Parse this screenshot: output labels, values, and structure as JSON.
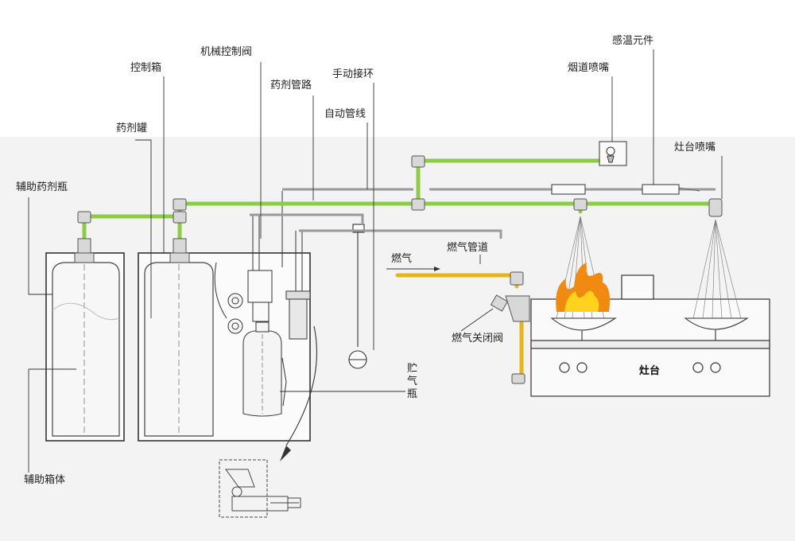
{
  "labels": {
    "control_box": "控制箱",
    "mechanical_valve": "机械控制阀",
    "agent_pipeline": "药剂管路",
    "manual_ring": "手动接环",
    "auto_line": "自动管线",
    "agent_tank": "药剂罐",
    "aux_agent_bottle": "辅助药剂瓶",
    "aux_box": "辅助箱体",
    "temp_sensor": "感温元件",
    "flue_nozzle": "烟道喷嘴",
    "stove_nozzle": "灶台喷嘴",
    "gas": "燃气",
    "gas_pipeline": "燃气管道",
    "gas_shutoff_valve": "燃气关闭阀",
    "gas_cylinder": "贮气瓶",
    "stove": "灶台"
  },
  "colors": {
    "agent_pipe": "#8ccc46",
    "gas_pipe": "#e8b41c",
    "flame_outer": "#f08a10",
    "flame_inner": "#ffd21e",
    "line": "#333333",
    "background_band": "#f2f2f2"
  }
}
